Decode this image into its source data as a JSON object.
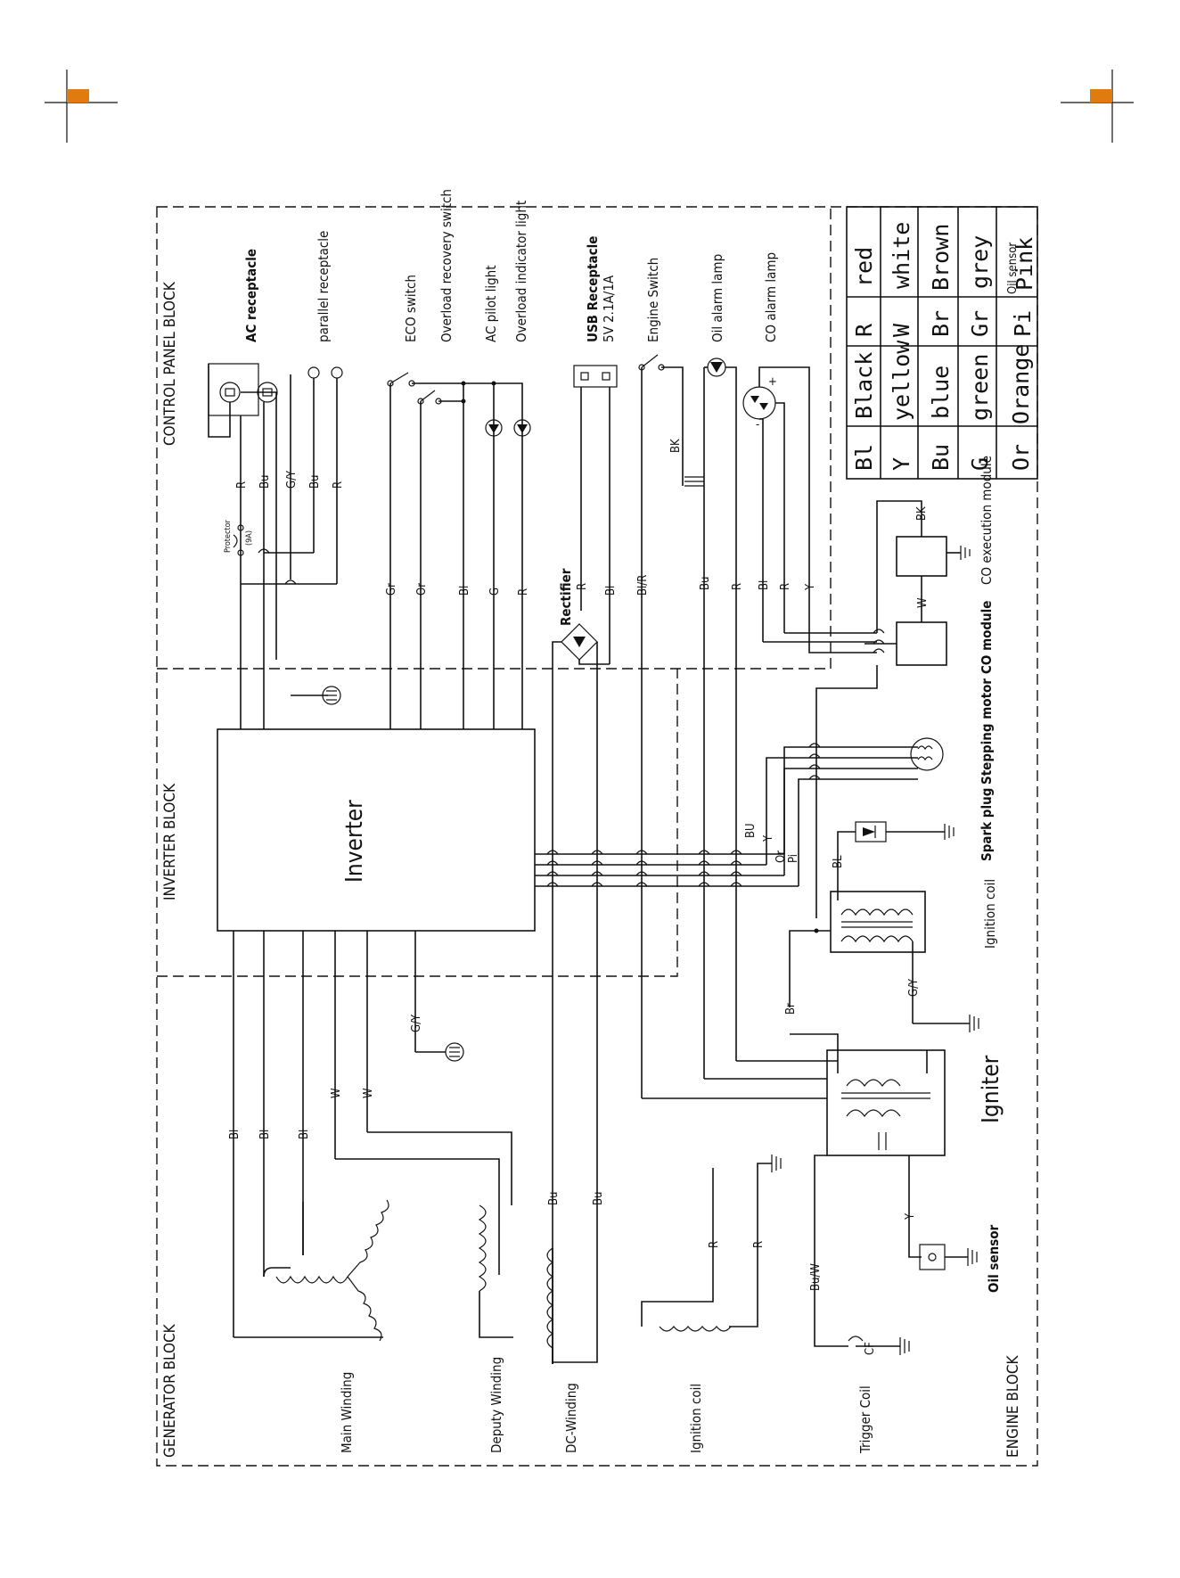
{
  "blocks": {
    "control_panel": "CONTROL PANEL BLOCK",
    "inverter": "INVERTER BLOCK",
    "generator": "GENERATOR BLOCK",
    "engine": "ENGINE BLOCK"
  },
  "components": {
    "ac_receptacle": "AC receptacle",
    "parallel_receptacle": "parallel receptacle",
    "eco_switch": "ECO switch",
    "overload_recovery_switch": "Overload recovery switch",
    "ac_pilot_light": "AC pilot light",
    "overload_indicator_light": "Overload indicator light",
    "usb_receptacle": "USB Receptacle",
    "usb_rating": "5V 2.1A/1A",
    "engine_switch": "Engine Switch",
    "oil_alarm_lamp": "Oil alarm lamp",
    "co_alarm_lamp": "CO alarm lamp",
    "protector": "Protector",
    "protector_rating": "(9A)",
    "rectifier": "Rectifier",
    "inverter": "Inverter",
    "co_module": "CO module",
    "co_execution_module": "CO execution module",
    "stepping_motor": "Stepping motor",
    "spark_plug": "Spark plug",
    "ignition_coil_engine": "Ignition coil",
    "igniter": "Igniter",
    "oil_sensor": "Oil sensor",
    "main_winding": "Main Winding",
    "deputy_winding": "Deputy Winding",
    "dc_winding": "DC-Winding",
    "ignition_coil_gen": "Ignition coil",
    "trigger_coil": "Trigger Coil",
    "cf": "CF"
  },
  "wires": {
    "cp": [
      "R",
      "Bu",
      "G/Y",
      "Bu",
      "R"
    ],
    "cp2": [
      "Gr",
      "Or",
      "Bl",
      "G",
      "R"
    ],
    "usb": [
      "R",
      "Bl"
    ],
    "right": [
      "Bl/R",
      "Bu",
      "R",
      "Bl",
      "R",
      "Y"
    ],
    "bk1": "BK",
    "bk2": "BK",
    "w_co": "W",
    "motor": [
      "BU",
      "Y",
      "Or",
      "Pi"
    ],
    "bl_spark": "BL",
    "br": "Br",
    "gy_ign": "G/Y",
    "inv_gy": "G/Y",
    "gen": [
      "Bl",
      "Bl",
      "Bl",
      "W",
      "W"
    ],
    "dc": [
      "Bu",
      "Bu"
    ],
    "ign": [
      "R",
      "R"
    ],
    "buw": "Bu/W",
    "y_oil": "Y"
  },
  "legend": [
    {
      "code": "Bl",
      "name": "Black"
    },
    {
      "code": "R",
      "name": "red"
    },
    {
      "code": "Y",
      "name": "yellow"
    },
    {
      "code": "W",
      "name": "white"
    },
    {
      "code": "Bu",
      "name": "blue"
    },
    {
      "code": "Br",
      "name": "Brown"
    },
    {
      "code": "G",
      "name": "green"
    },
    {
      "code": "Gr",
      "name": "grey"
    },
    {
      "code": "Or",
      "name": "Orange"
    },
    {
      "code": "Pi",
      "name": "Pink"
    }
  ],
  "legend_note": "Oil sensor",
  "colors": {
    "crop_mark": "#e07b10",
    "line": "#111111"
  }
}
